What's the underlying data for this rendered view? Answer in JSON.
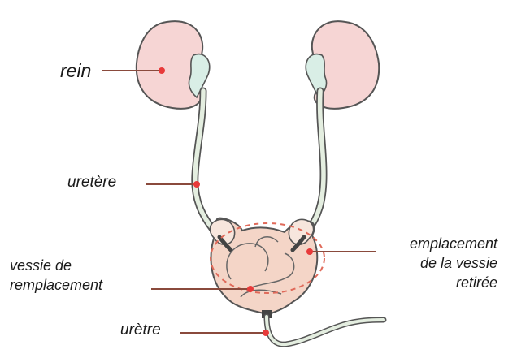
{
  "labels": {
    "rein": "rein",
    "uretere": "uretère",
    "vessie_line1": "vessie de",
    "vessie_line2": "remplacement",
    "uretre": "urètre",
    "emplacement_line1": "emplacement",
    "emplacement_line2": "de la vessie",
    "emplacement_line3": "retirée"
  },
  "colors": {
    "kidney_fill": "#f6d5d4",
    "pelvis_fill": "#d9eee6",
    "tube_fill": "#e4eee0",
    "outline": "#555555",
    "marker": "#e83a3a",
    "leader": "#8a4a3c",
    "bladder_fill": "#f4d5c7",
    "neobladder_fill": "#f1ddc0",
    "removed_outline": "#e06a5a"
  }
}
